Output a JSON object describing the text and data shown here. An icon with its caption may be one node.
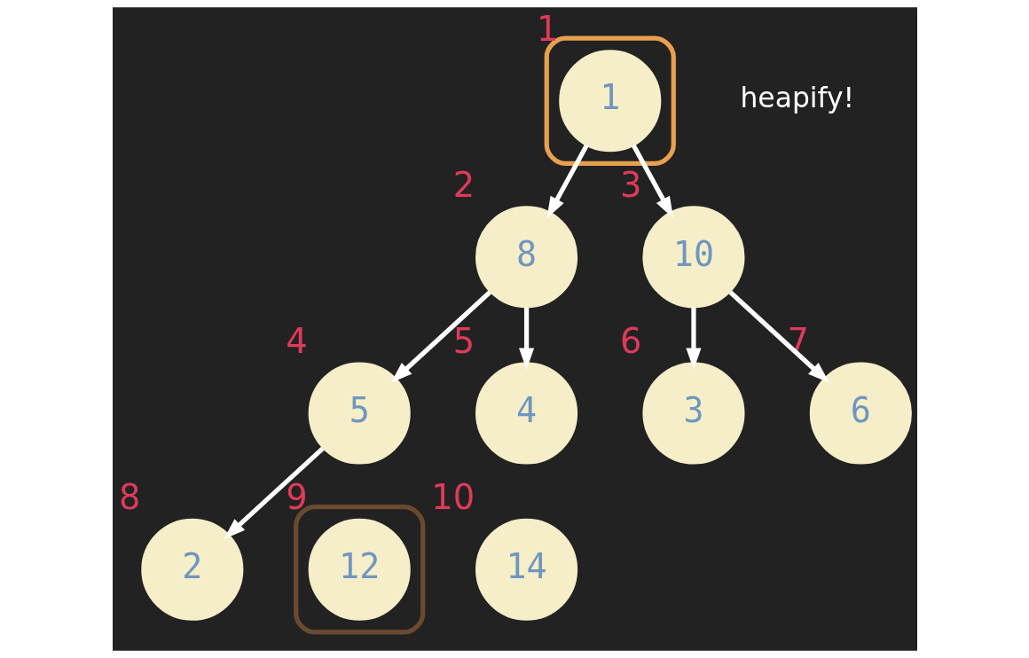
{
  "diagram": {
    "nodes": [
      {
        "text": [],
        "shape": "box"
      },
      {
        "text": [
          "1"
        ],
        "in": 0,
        "beside": [
          "1"
        ]
      },
      {
        "text": [
          "8"
        ],
        "beside": [
          "2"
        ]
      },
      {
        "text": [
          "10"
        ],
        "beside": [
          "3"
        ]
      },
      {
        "text": [
          "5"
        ],
        "beside": [
          "4"
        ]
      },
      {
        "text": [
          "4"
        ],
        "beside": [
          "5"
        ]
      },
      {
        "text": [
          "3"
        ],
        "beside": [
          "6"
        ]
      },
      {
        "text": [
          "6"
        ],
        "beside": [
          "7"
        ]
      },
      {
        "text": [
          "2"
        ],
        "beside": [
          "8"
        ]
      },
      {
        "text": [],
        "shape": "box"
      },
      {
        "text": [
          "12"
        ],
        "in": 9,
        "beside": [
          "9"
        ]
      },
      {
        "text": [
          "14"
        ],
        "beside": [
          "10"
        ]
      }
    ],
    "edges": [
      {
        "from": 1,
        "to": 2,
        "arrow": "to"
      },
      {
        "from": 1,
        "to": 3,
        "arrow": "to"
      },
      {
        "from": 2,
        "to": 4,
        "arrow": "to"
      },
      {
        "from": 2,
        "to": 5,
        "arrow": "to"
      },
      {
        "from": 3,
        "to": 6,
        "arrow": "to"
      },
      {
        "from": 3,
        "to": 7,
        "arrow": "to"
      },
      {
        "from": 4,
        "to": 8,
        "arrow": "to"
      }
    ],
    "labels": [
      "heapify!"
    ]
  }
}
